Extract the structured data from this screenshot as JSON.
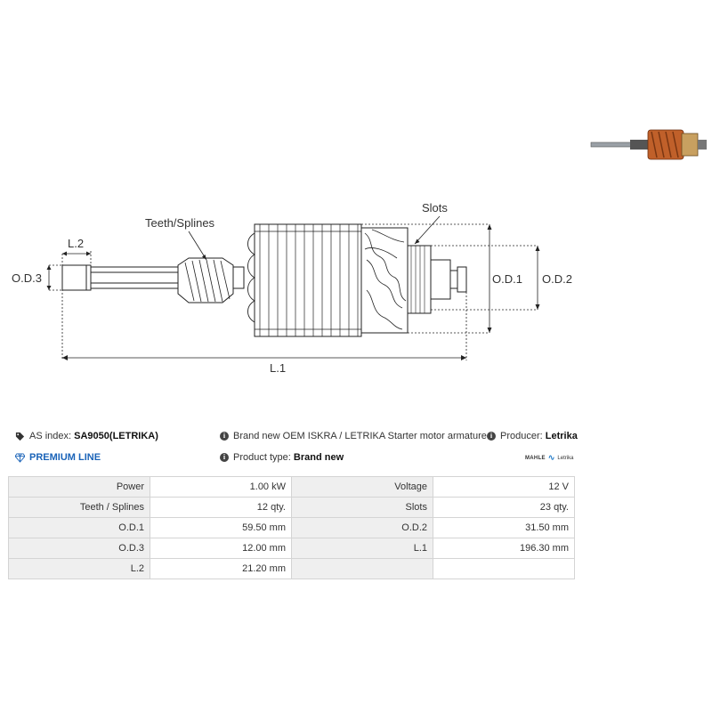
{
  "drawing": {
    "labels": {
      "teeth_splines": "Teeth/Splines",
      "slots": "Slots",
      "l2": "L.2",
      "od3": "O.D.3",
      "od1": "O.D.1",
      "od2": "O.D.2",
      "l1": "L.1"
    }
  },
  "info": {
    "as_index_label": "AS index:",
    "as_index_value": "SA9050(LETRIKA)",
    "description": "Brand new OEM ISKRA / LETRIKA Starter motor armature",
    "producer_label": "Producer:",
    "producer_value": "Letrika",
    "premium_line": "PREMIUM LINE",
    "product_type_label": "Product type:",
    "product_type_value": "Brand new",
    "brand_logo": {
      "mahle": "MAHLE",
      "letrika": "Letrika"
    }
  },
  "specs": [
    {
      "label1": "Power",
      "value1": "1.00 kW",
      "label2": "Voltage",
      "value2": "12 V"
    },
    {
      "label1": "Teeth / Splines",
      "value1": "12 qty.",
      "label2": "Slots",
      "value2": "23 qty."
    },
    {
      "label1": "O.D.1",
      "value1": "59.50 mm",
      "label2": "O.D.2",
      "value2": "31.50 mm"
    },
    {
      "label1": "O.D.3",
      "value1": "12.00 mm",
      "label2": "L.1",
      "value2": "196.30 mm"
    },
    {
      "label1": "L.2",
      "value1": "21.20 mm",
      "label2": "",
      "value2": ""
    }
  ],
  "colors": {
    "accent": "#1a63b8",
    "copper": "#c0602a",
    "table_header_bg": "#efefef"
  }
}
